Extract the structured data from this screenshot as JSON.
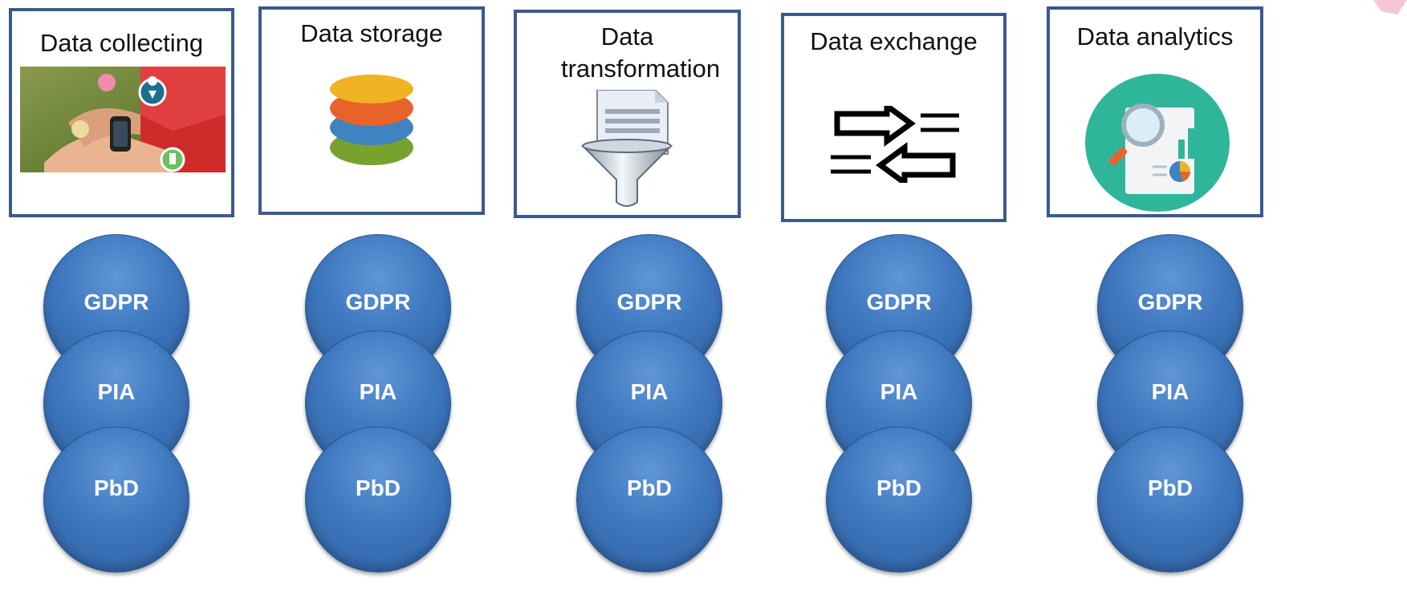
{
  "stages": [
    {
      "title": "Data collecting",
      "icon": "smartwatch-photo-icon"
    },
    {
      "title": "Data storage",
      "icon": "database-stack-icon"
    },
    {
      "title": "Data transformation",
      "icon": "data-funnel-icon"
    },
    {
      "title": "Data exchange",
      "icon": "exchange-arrows-icon"
    },
    {
      "title": "Data analytics",
      "icon": "analytics-report-icon"
    }
  ],
  "layers": [
    "GDPR",
    "PIA",
    "PbD"
  ],
  "colors": {
    "box_border": "#3a5a8c",
    "circle_fill": "#3f78bf",
    "circle_text": "#ffffff",
    "storage_layers": [
      "#f0b323",
      "#e8632a",
      "#3f83c0",
      "#78a22f"
    ],
    "analytics_bg": "#2fb59a"
  }
}
